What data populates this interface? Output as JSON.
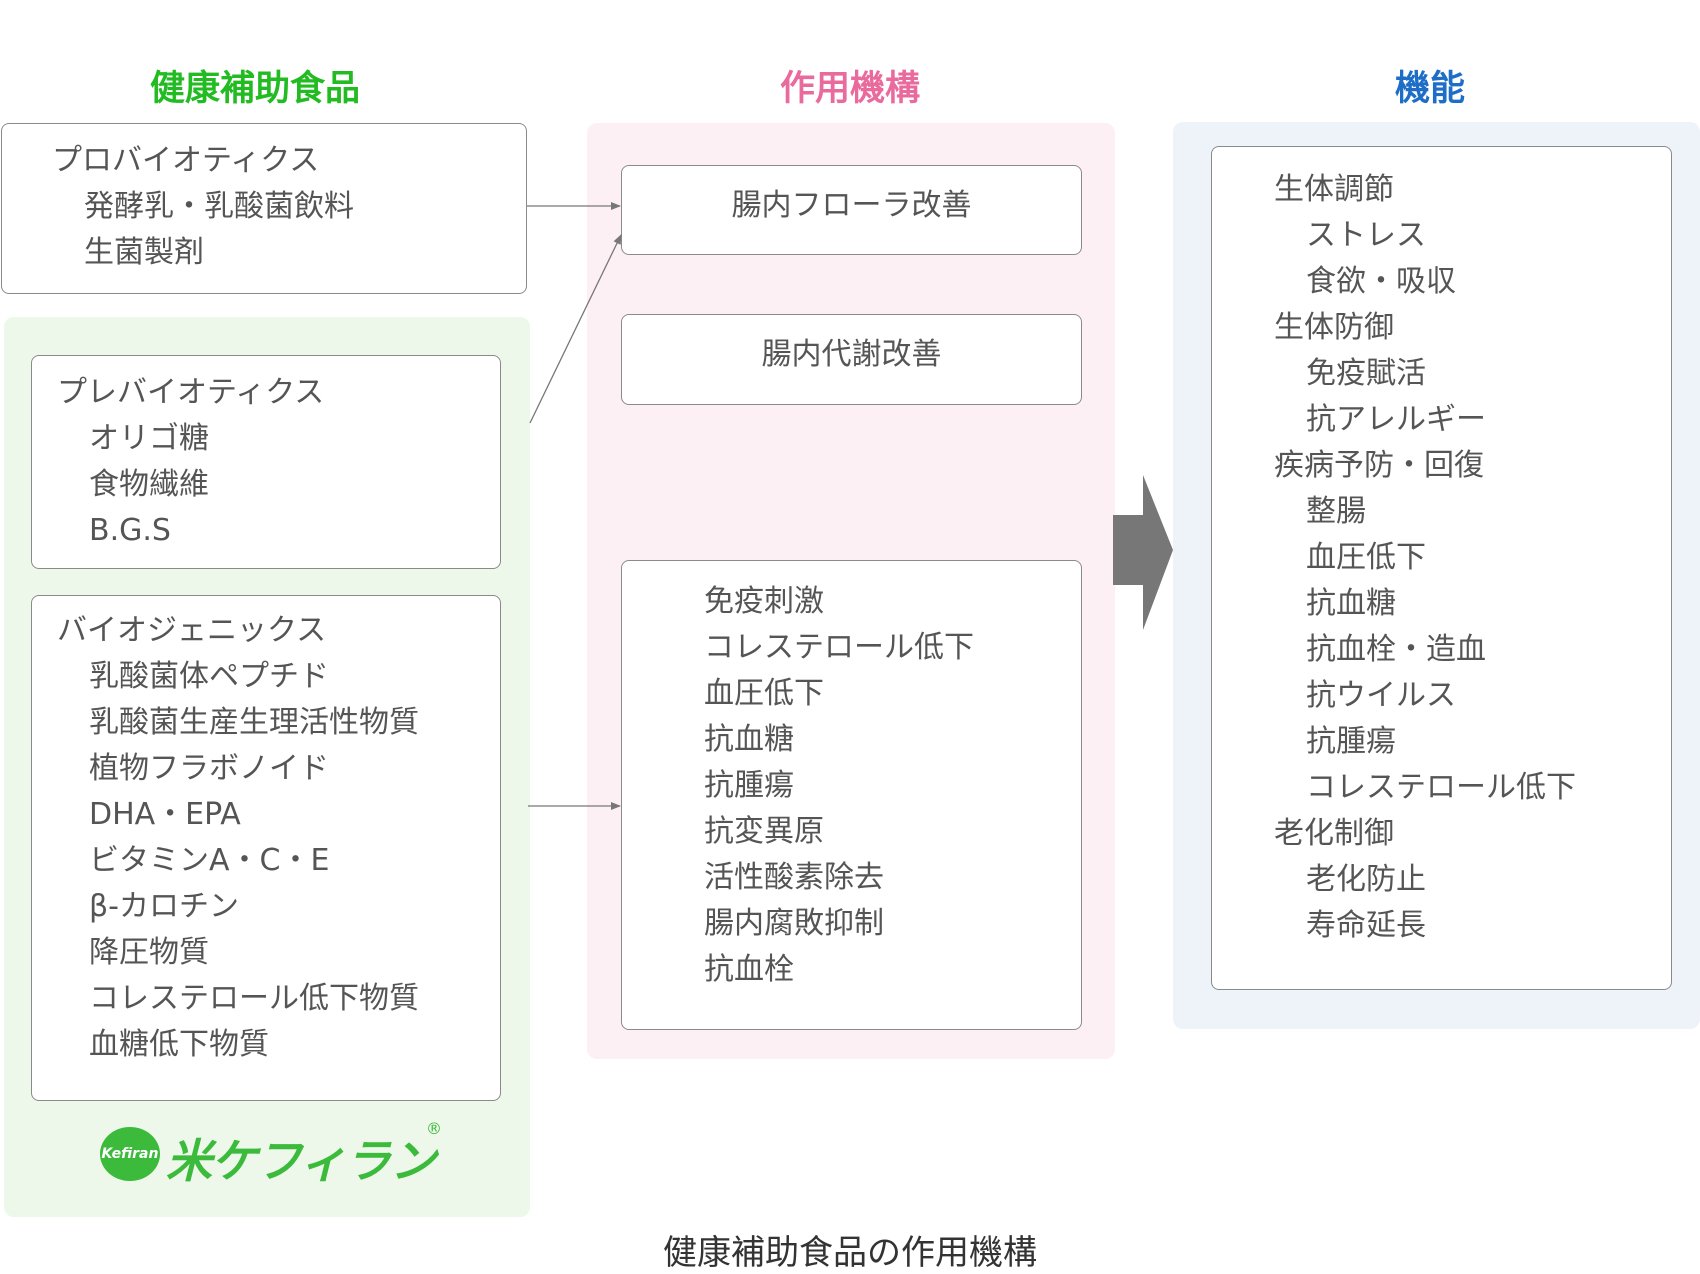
{
  "headers": {
    "foods": "健康補助食品",
    "mechanism": "作用機構",
    "function": "機能"
  },
  "colors": {
    "foods_header": "#22bb22",
    "mechanism_header": "#e96b9d",
    "function_header": "#1e6ec8",
    "green_bg": "#edf8ea",
    "pink_bg": "#fdf0f4",
    "blue_bg": "#eef3f9",
    "arrow": "#777777",
    "logo": "#3cba3c"
  },
  "foods": {
    "probiotics": {
      "title": "プロバイオティクス",
      "items": [
        "発酵乳・乳酸菌飲料",
        "生菌製剤"
      ]
    },
    "prebiotics": {
      "title": "プレバイオティクス",
      "items": [
        "オリゴ糖",
        "食物繊維",
        "B.G.S"
      ]
    },
    "biogenics": {
      "title": "バイオジェニックス",
      "items": [
        "乳酸菌体ペプチド",
        "乳酸菌生産生理活性物質",
        "植物フラボノイド",
        "DHA・EPA",
        "ビタミンA・C・E",
        "β-カロチン",
        "降圧物質",
        "コレステロール低下物質",
        "血糖低下物質"
      ]
    }
  },
  "mechanism": {
    "flora": "腸内フローラ改善",
    "metabolism": "腸内代謝改善",
    "effects": [
      "免疫刺激",
      "コレステロール低下",
      "血圧低下",
      "抗血糖",
      "抗腫瘍",
      "抗変異原",
      "活性酸素除去",
      "腸内腐敗抑制",
      "抗血栓"
    ]
  },
  "function": {
    "groups": [
      {
        "title": "生体調節",
        "items": [
          "ストレス",
          "食欲・吸収"
        ]
      },
      {
        "title": "生体防御",
        "items": [
          "免疫賦活",
          "抗アレルギー"
        ]
      },
      {
        "title": "疾病予防・回復",
        "items": [
          "整腸",
          "血圧低下",
          "抗血糖",
          "抗血栓・造血",
          "抗ウイルス",
          "抗腫瘍",
          "コレステロール低下"
        ]
      },
      {
        "title": "老化制御",
        "items": [
          "老化防止",
          "寿命延長"
        ]
      }
    ]
  },
  "logo": {
    "badge_text": "Kefiran",
    "name": "米ケフィラン",
    "mark": "®"
  },
  "caption": "健康補助食品の作用機構"
}
